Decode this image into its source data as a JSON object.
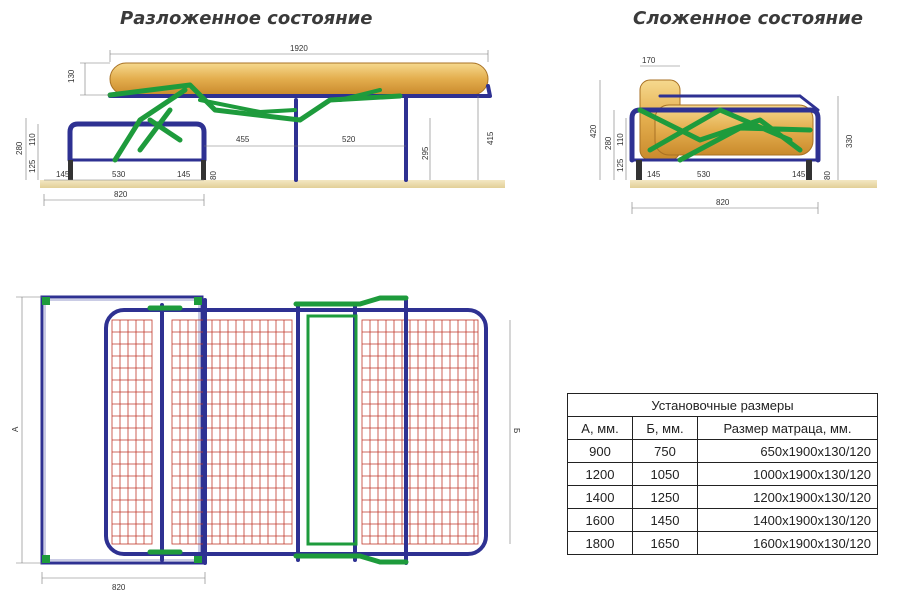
{
  "titles": {
    "unfolded": "Разложенное состояние",
    "folded": "Сложенное состояние"
  },
  "unfolded_dims": {
    "total_length": "1920",
    "mattress_height": "130",
    "h_280": "280",
    "h_110": "110",
    "h_125": "125",
    "seg_455": "455",
    "seg_520": "520",
    "v_295": "295",
    "v_415": "415",
    "b_145a": "145",
    "b_530": "530",
    "b_145b": "145",
    "v_80": "80",
    "base_820": "820"
  },
  "folded_dims": {
    "top_170": "170",
    "h_420": "420",
    "h_280": "280",
    "h_110": "110",
    "h_125": "125",
    "h_330": "330",
    "b_145a": "145",
    "b_530": "530",
    "b_145b": "145",
    "v_80": "80",
    "base_820": "820"
  },
  "plan_dims": {
    "label_a": "А",
    "label_b": "Б",
    "base_820": "820"
  },
  "table": {
    "caption": "Установочные размеры",
    "headers": [
      "А, мм.",
      "Б, мм.",
      "Размер матраца, мм."
    ],
    "rows": [
      [
        "900",
        "750",
        "650x1900x130/120"
      ],
      [
        "1200",
        "1050",
        "1000x1900x130/120"
      ],
      [
        "1400",
        "1250",
        "1200x1900x130/120"
      ],
      [
        "1600",
        "1450",
        "1400x1900x130/120"
      ],
      [
        "1800",
        "1650",
        "1600x1900x130/120"
      ]
    ]
  },
  "colors": {
    "frame_blue": "#2e3192",
    "mechanism_green": "#1e9b3c",
    "mesh_red": "#c0392b",
    "mattress": "#e8b95a",
    "floor": "#efe2b8"
  }
}
